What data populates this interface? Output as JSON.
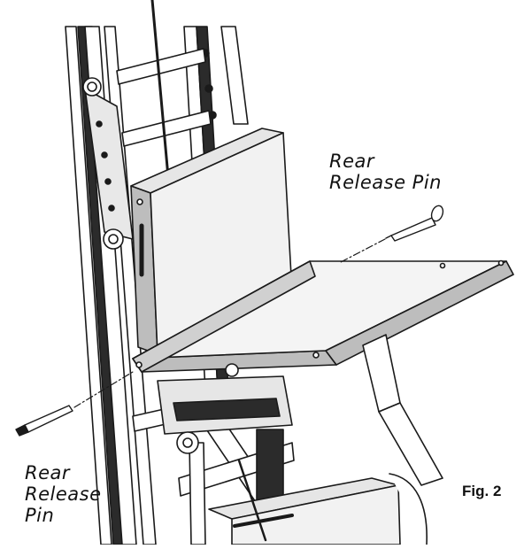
{
  "callouts": {
    "top_right_line1": "Rear",
    "top_right_line2": "Release Pin",
    "bottom_left_line1": "Rear",
    "bottom_left_line2": "Release",
    "bottom_left_line3": "Pin"
  },
  "figure_label": "Fig. 2",
  "colors": {
    "line": "#1a1a1a",
    "panel_fill": "#f2f2f2",
    "shadow_fill": "#b5b5b5",
    "dark_rail": "#2b2b2b",
    "background": "#ffffff"
  }
}
